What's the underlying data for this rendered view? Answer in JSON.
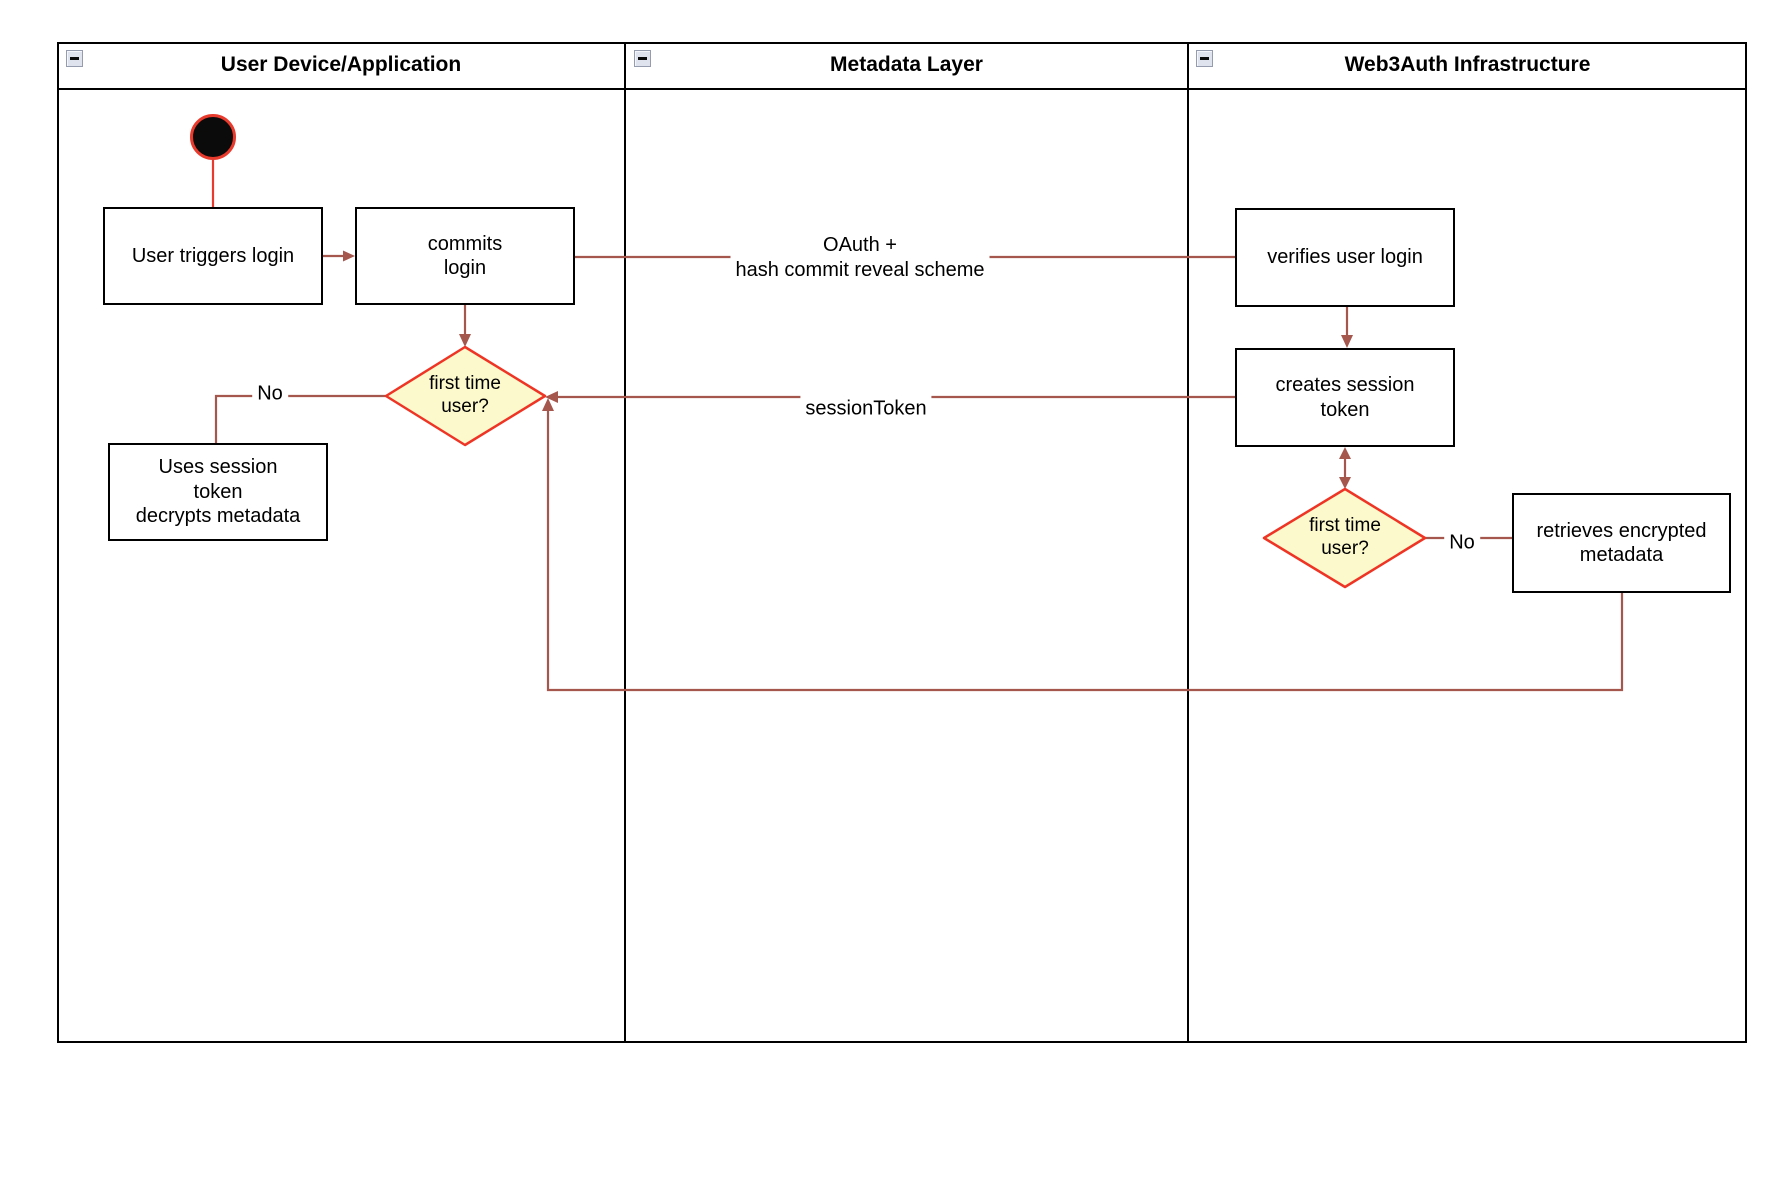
{
  "diagram": {
    "lanes": [
      {
        "title": "User Device/Application"
      },
      {
        "title": "Metadata Layer"
      },
      {
        "title": "Web3Auth Infrastructure"
      }
    ],
    "nodes": {
      "user_triggers_login": "User triggers login",
      "commits_login": "commits\nlogin",
      "first_time_user_left": "first time\nuser?",
      "uses_session_token": "Uses session\ntoken\ndecrypts metadata",
      "verifies_user_login": "verifies user login",
      "creates_session_token": "creates session\ntoken",
      "first_time_user_right": "first time\nuser?",
      "retrieves_encrypted_metadata": "retrieves encrypted\nmetadata"
    },
    "edge_labels": {
      "oauth": "OAuth +\nhash commit reveal scheme",
      "session_token": "sessionToken",
      "no_left": "No",
      "no_right": "No"
    },
    "icons": {
      "lane_collapse": "minus-icon"
    },
    "colors": {
      "connector": "#a5574e",
      "accent_red": "#ee3525",
      "start_red": "#e83a2d",
      "diamond_fill": "#fcf9cc",
      "icon_bg": "#dfe3ee",
      "icon_border": "#959cae"
    }
  }
}
